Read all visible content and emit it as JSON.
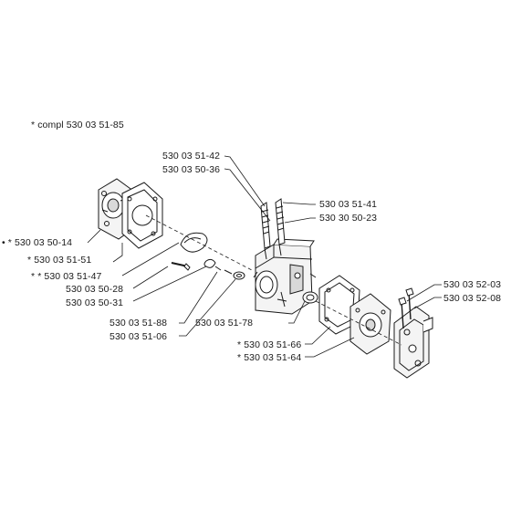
{
  "diagram": {
    "assembly_note": "* compl 530 03 51-85",
    "labels": {
      "p_5105142": "530 03 51-42",
      "p_5105036": "530 03 50-36",
      "p_5105141": "530 03 51-41",
      "p_5305023": "530 30 50-23",
      "p_5105014": "• * 530 03 50-14",
      "p_5105151": "* 530 03 51-51",
      "p_5105147": "* * 530 03 51-47",
      "p_5105028": "530 03 50-28",
      "p_5105031": "530 03 50-31",
      "p_5105188": "530 03 51-88",
      "p_5105106": "530 03 51-06",
      "p_5105178": "530 03 51-78",
      "p_5105166": "* 530 03 51-66",
      "p_5105164": "* 530 03 51-64",
      "p_5205203": "530 03 52-03",
      "p_5205208": "530 03 52-08"
    },
    "colors": {
      "ink": "#1a1a1a",
      "fill_light": "#f4f4f4",
      "fill_mid": "#d9d9d9",
      "background": "#ffffff"
    }
  }
}
